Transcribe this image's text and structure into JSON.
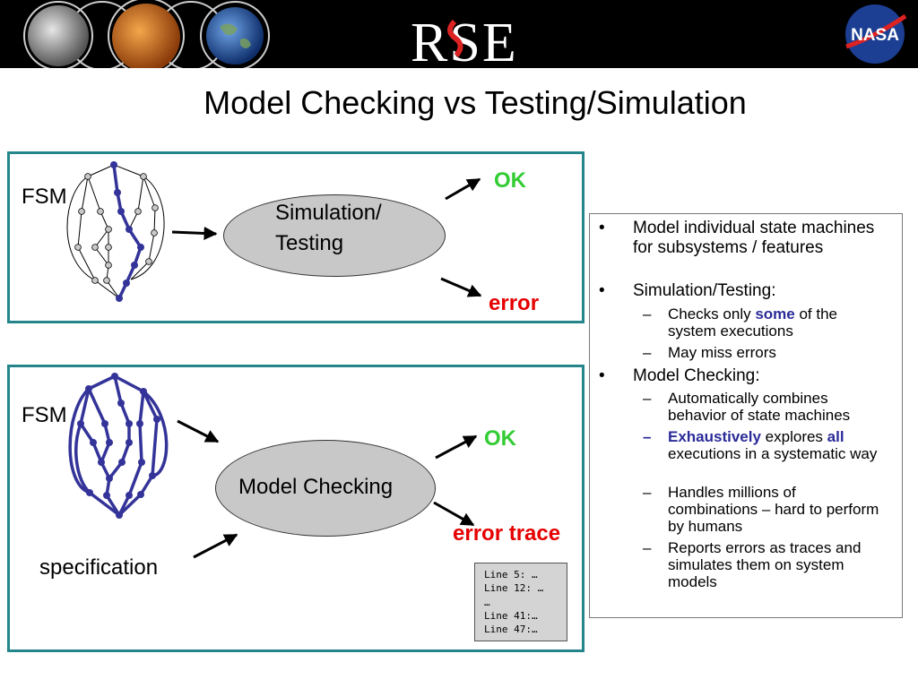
{
  "header": {
    "logo_text": "RSE",
    "agency_logo_text": "NASA",
    "planets": [
      "moon-icon",
      "mars-icon",
      "earth-icon"
    ]
  },
  "slide_title": "Model Checking vs Testing/Simulation",
  "top_panel": {
    "fsm_label": "FSM",
    "process_label_line1": "Simulation/",
    "process_label_line2": "Testing",
    "ok_label": "OK",
    "error_label": "error"
  },
  "bottom_panel": {
    "fsm_label": "FSM",
    "spec_label": "specification",
    "process_label": "Model Checking",
    "ok_label": "OK",
    "error_label": "error trace",
    "trace_lines": [
      "Line 5: …",
      "Line 12: …",
      "…",
      "Line 41:…",
      "Line 47:…"
    ]
  },
  "bullets": [
    {
      "mark": "•",
      "text": "Model individual state machines for subsystems / features"
    },
    {
      "mark": "•",
      "text": "Simulation/Testing:",
      "subs": [
        {
          "mark": "–",
          "pre": "Checks only ",
          "em": "some",
          "post": " of the system executions"
        },
        {
          "mark": "–",
          "text": "May miss errors"
        }
      ]
    },
    {
      "mark": "•",
      "text": "Model Checking:",
      "subs": [
        {
          "mark": "–",
          "text": "Automatically combines behavior of state machines"
        },
        {
          "mark": "–",
          "em1": "Exhaustively",
          "mid": " explores ",
          "em2": "all",
          "post": " executions in a systematic way"
        },
        {
          "mark": "–",
          "text": "Handles millions of combinations – hard to perform by humans"
        },
        {
          "mark": "–",
          "text": "Reports errors as traces and simulates them on system models"
        }
      ]
    }
  ],
  "colors": {
    "panel_border": "#24868a",
    "ok": "#33cc33",
    "error": "#e60000",
    "emphasis": "#2b2b99",
    "fsm_highlight": "#333399"
  }
}
